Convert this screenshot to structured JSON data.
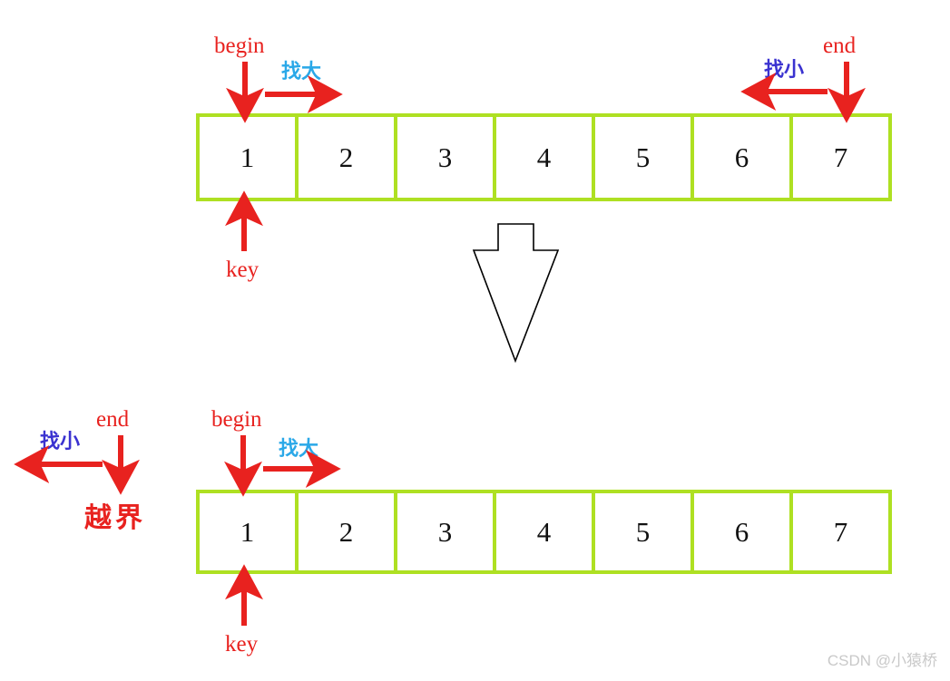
{
  "diagram": {
    "title": "quick-sort partition pointer walk",
    "colors": {
      "array_border": "#aee022",
      "pointer_red": "#e8221f",
      "find_big_blue": "#2aa8e8",
      "find_small_blue": "#3a32d0",
      "big_arrow_outline": "#000000",
      "watermark": "#c9c9c9"
    },
    "arrays": [
      {
        "id": "array-top",
        "cells": [
          "1",
          "2",
          "3",
          "4",
          "5",
          "6",
          "7"
        ]
      },
      {
        "id": "array-bottom",
        "cells": [
          "1",
          "2",
          "3",
          "4",
          "5",
          "6",
          "7"
        ]
      }
    ],
    "top_stage": {
      "begin_label": "begin",
      "find_big_label": "找大",
      "end_label": "end",
      "find_small_label": "找小",
      "key_label": "key"
    },
    "bottom_stage": {
      "end_label": "end",
      "find_small_label": "找小",
      "out_of_bounds_label": "越界",
      "begin_label": "begin",
      "find_big_label": "找大",
      "key_label": "key"
    },
    "transition_arrow": "big-down-arrow",
    "watermark": "CSDN @小猿桥"
  }
}
